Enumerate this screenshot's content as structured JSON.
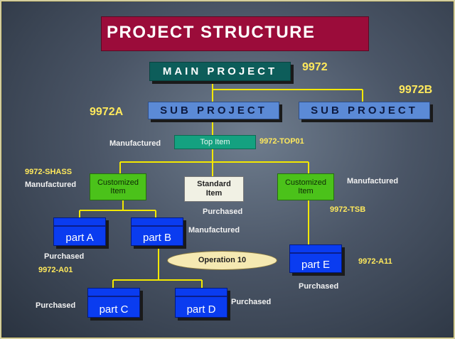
{
  "title": "PROJECT STRUCTURE",
  "main_project": {
    "label": "MAIN PROJECT",
    "code": "9972"
  },
  "sub_project_a": {
    "label": "SUB PROJECT",
    "code": "9972A"
  },
  "sub_project_b": {
    "label": "SUB PROJECT",
    "code": "9972B"
  },
  "top_item": {
    "label": "Top Item",
    "code": "9972-TOP01",
    "note": "Manufactured"
  },
  "customized_left": {
    "line1": "Customized",
    "line2": "Item",
    "code": "9972-SHASS",
    "note": "Manufactured"
  },
  "standard_item": {
    "line1": "Standard",
    "line2": "Item",
    "note": "Purchased"
  },
  "customized_right": {
    "line1": "Customized",
    "line2": "Item",
    "code": "9972-TSB",
    "note": "Manufactured"
  },
  "part_a": {
    "label": "part A",
    "note": "Purchased",
    "code": "9972-A01"
  },
  "part_b": {
    "label": "part B",
    "note": "Manufactured"
  },
  "operation": {
    "label": "Operation 10"
  },
  "part_c": {
    "label": "part C",
    "note": "Purchased"
  },
  "part_d": {
    "label": "part D",
    "note": "Purchased"
  },
  "part_e": {
    "label": "part E",
    "note": "Purchased",
    "code": "9972-A11"
  },
  "colors": {
    "title_bg": "#9b0c3a",
    "main_project_bg": "#0d5d5a",
    "sub_project_bg": "#5b8ad6",
    "top_item_bg": "#14a180",
    "customized_bg": "#4bc21a",
    "standard_bg": "#f1f1e4",
    "part_bg": "#0a3cf0",
    "connector": "#f3e800",
    "code_text": "#ffe95c"
  }
}
